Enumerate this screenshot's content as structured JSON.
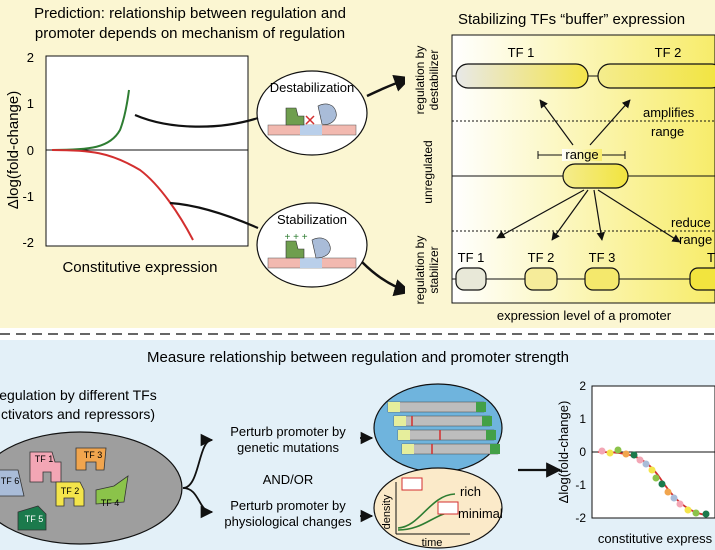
{
  "top_left": {
    "title_line1": "Prediction: relationship between regulation and",
    "title_line2": "promoter depends on mechanism of regulation",
    "y_label": "Δlog(fold-change)",
    "x_label": "Constitutive expression",
    "y_ticks": [
      "2",
      "1",
      "0",
      "-1",
      "-2"
    ],
    "destabilization_label": "Destabilization",
    "stabilization_label": "Stabilization",
    "stabilization_marks": "+ + +"
  },
  "top_right": {
    "title": "Stabilizing TFs “buffer” expression",
    "row_destab": [
      "regulation by",
      "destabilizer"
    ],
    "row_unreg": "unregulated",
    "row_stab": [
      "regulation by",
      "stabilizer"
    ],
    "tf1": "TF 1",
    "tf2": "TF 2",
    "tf3": "TF 3",
    "tf4": "TF",
    "amplifies": [
      "amplifies",
      "range"
    ],
    "range": "range",
    "reduces": [
      "reduce",
      "range"
    ],
    "x_label": "expression level of a promoter"
  },
  "bottom": {
    "title": "Measure relationship between regulation and promoter strength",
    "tfs_label_line1": "egulation by different TFs",
    "tfs_label_line2": "ctivators and repressors)",
    "tf_shapes": [
      "TF 1",
      "TF 2",
      "TF 3",
      "TF 4",
      "TF 5",
      "TF 6"
    ],
    "perturb_genetic": [
      "Perturb promoter by",
      "genetic mutations"
    ],
    "and_or": "AND/OR",
    "perturb_physio": [
      "Perturb promoter by",
      "physiological changes"
    ],
    "growth_rich": "rich",
    "growth_minimal": "minimal",
    "growth_y": "density",
    "growth_x": "time",
    "plot_y_label": "Δlog(fold-change)",
    "plot_x_label": "constitutive express",
    "plot_y_ticks": [
      "2",
      "1",
      "0",
      "-1",
      "-2"
    ]
  },
  "colors": {
    "yellow": "#F4E54B",
    "green_curve": "#2E7D32",
    "red_curve": "#D32F2F",
    "bottom_bg": "#E3F0F8",
    "top_right_bg": "#FBF6D2"
  }
}
